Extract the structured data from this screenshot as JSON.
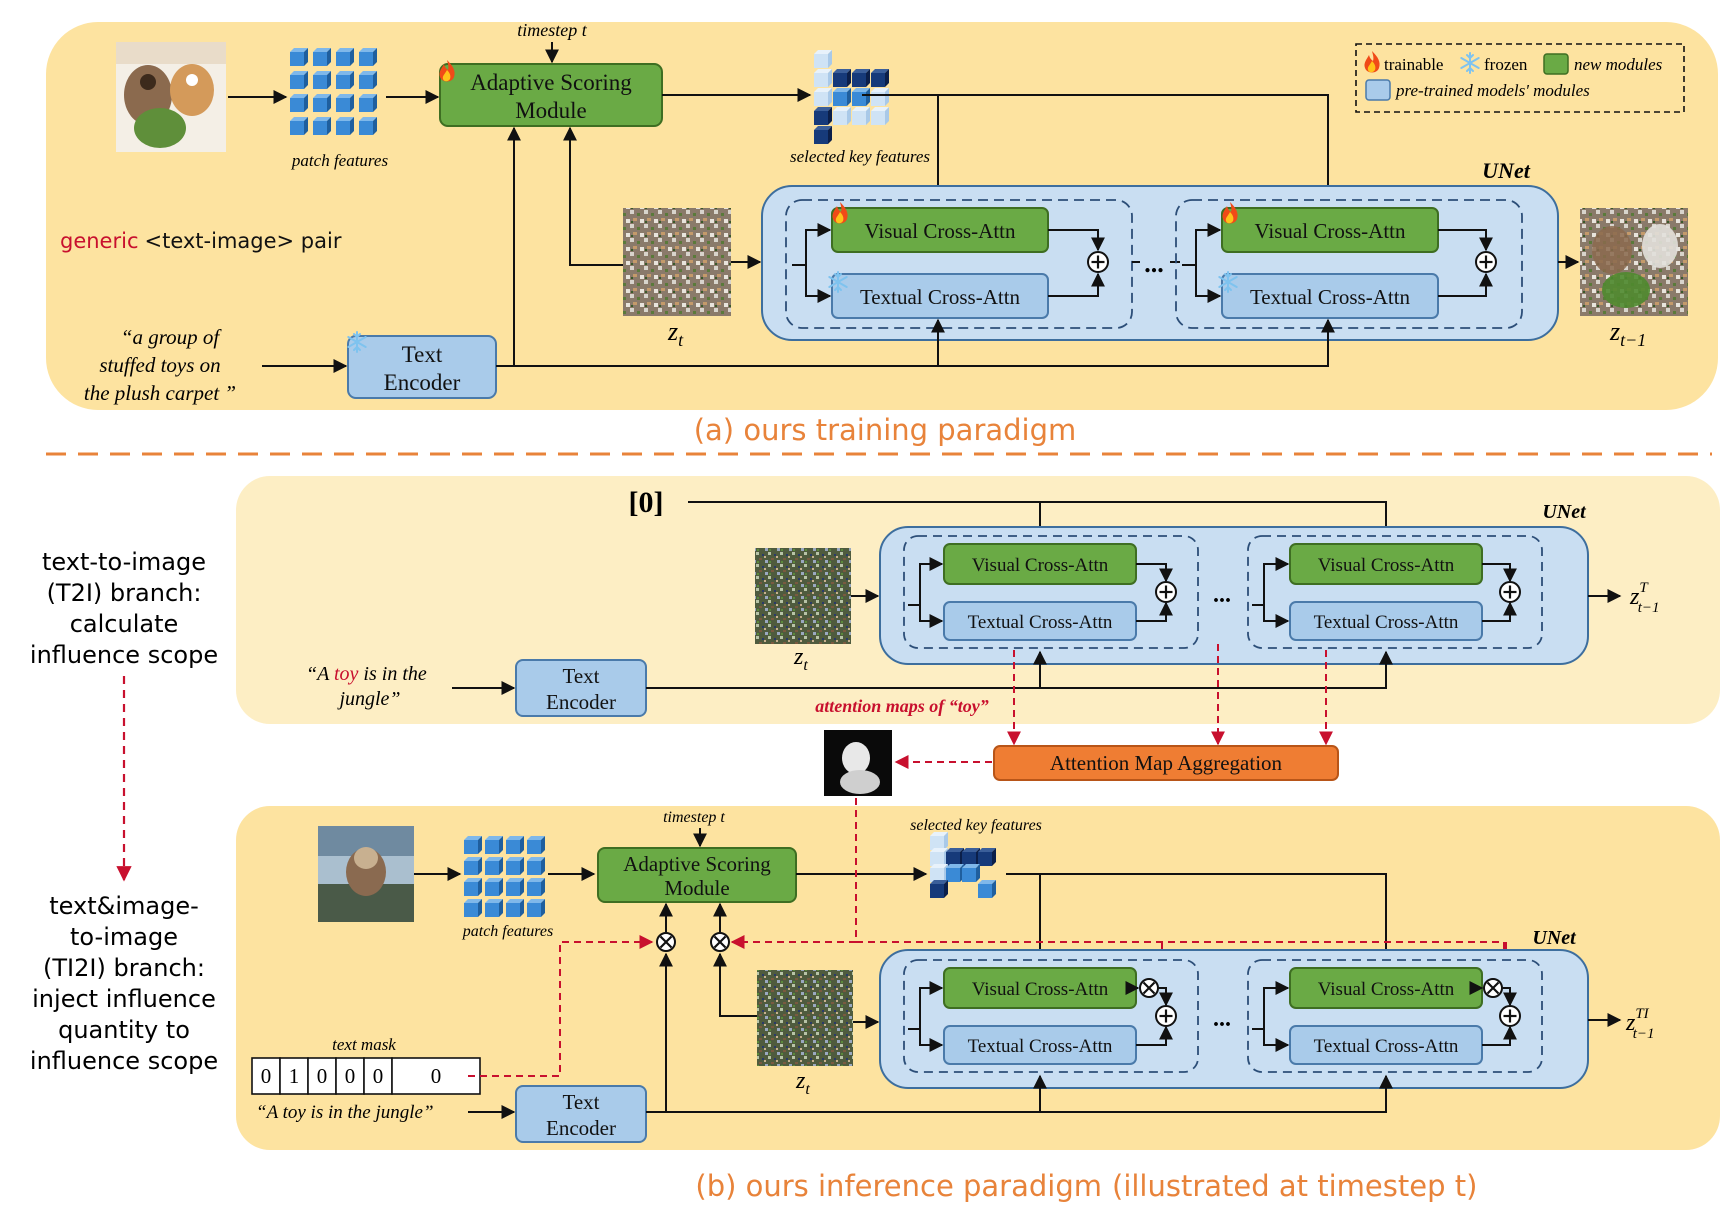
{
  "colors": {
    "panel_training": "#fde3a0",
    "panel_inference_light": "#fdeec4",
    "panel_inference": "#fde3a0",
    "new_module_green": "#6aaa45",
    "pretrained_blue": "#a9cbea",
    "unet_blue": "#c9def2",
    "aggregation_orange": "#ef7d33",
    "caption_orange": "#e8833a",
    "red_dashed": "#c8102e",
    "patch_blue": "#3a8ad6"
  },
  "legend": {
    "trainable_icon": "flame-icon",
    "trainable": "trainable",
    "frozen_icon": "snowflake-icon",
    "frozen": "frozen",
    "new_modules": "new modules",
    "pretrained": "pre-trained models' modules"
  },
  "training": {
    "timestep": "timestep t",
    "patch_features": "patch features",
    "adaptive_scoring_line1": "Adaptive Scoring",
    "adaptive_scoring_line2": "Module",
    "selected_key_features": "selected key features",
    "unet_label": "UNet",
    "pair_label_generic": "generic",
    "pair_label_rest": "<text-image> pair",
    "visual_cross_attn": "Visual Cross-Attn",
    "textual_cross_attn": "Textual Cross-Attn",
    "ellipsis": "...",
    "plus": "+",
    "z_t": "z",
    "z_t_sub": "t",
    "z_t1": "z",
    "z_t1_sub": "t−1",
    "prompt_line1": "“a group of",
    "prompt_line2": "stuffed toys on",
    "prompt_line3": "the plush carpet ”",
    "text_encoder_line1": "Text",
    "text_encoder_line2": "Encoder",
    "caption": "(a) ours training paradigm"
  },
  "inference": {
    "t2i_branch_lines": [
      "text-to-image",
      "(T2I) branch:",
      "calculate",
      "influence scope"
    ],
    "ti2i_branch_lines": [
      "text&image-",
      "to-image",
      "(TI2I) branch:",
      "inject influence",
      "quantity to",
      "influence scope"
    ],
    "zero_vector": "[0]",
    "unet_label": "UNet",
    "visual_cross_attn": "Visual Cross-Attn",
    "textual_cross_attn": "Textual Cross-Attn",
    "ellipsis": "...",
    "z_t": "z",
    "z_t_sub": "t",
    "z_out_t2i": "z",
    "z_out_t2i_sup": "T",
    "z_out_t2i_sub": "t−1",
    "prompt_t2i_pre": "“A ",
    "prompt_t2i_word": "toy",
    "prompt_t2i_post": " is in the",
    "prompt_t2i_line2": "jungle”",
    "text_encoder_line1": "Text",
    "text_encoder_line2": "Encoder",
    "attention_maps": "attention maps of “toy”",
    "aggregation": "Attention Map Aggregation",
    "timestep": "timestep t",
    "adaptive_scoring_line1": "Adaptive Scoring",
    "adaptive_scoring_line2": "Module",
    "selected_key_features": "selected key features",
    "patch_features": "patch features",
    "text_mask_label": "text mask",
    "text_mask_values": [
      "0",
      "1",
      "0",
      "0",
      "0",
      "0"
    ],
    "prompt_ti2i": "“A toy is in the jungle”",
    "z_out_ti2i": "z",
    "z_out_ti2i_sup": "TI",
    "z_out_ti2i_sub": "t−1",
    "caption_main": "(b) ours inference paradigm",
    "caption_paren": "(illustrated at timestep t)"
  }
}
